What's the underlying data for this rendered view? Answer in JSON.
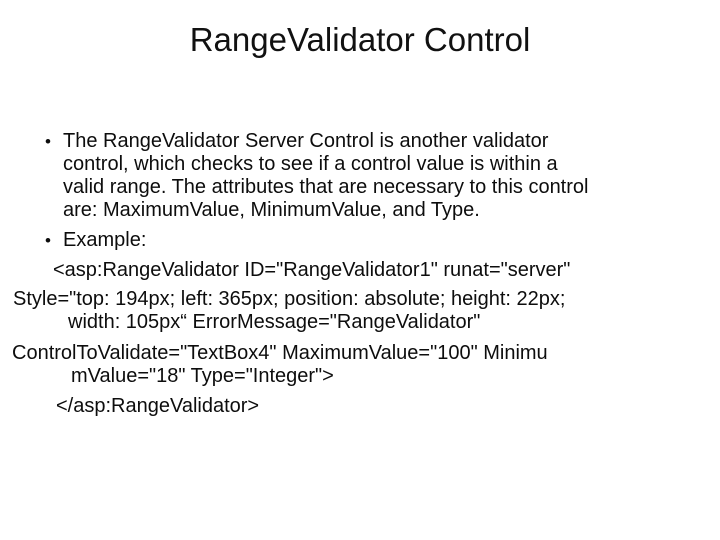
{
  "slide": {
    "title": "RangeValidator Control",
    "bullet_char": "•",
    "bullets": {
      "b1_lines": [
        "The RangeValidator Server Control is another validator",
        "control, which checks to see if a control value is within a",
        "valid range. The attributes that are necessary to this control",
        "are: MaximumValue, MinimumValue, and Type."
      ],
      "b2_label": "Example:"
    },
    "code_lines": [
      "<asp:RangeValidator ID=\"RangeValidator1\" runat=\"server\"",
      "Style=\"top: 194px; left: 365px; position: absolute; height: 22px;",
      "width: 105px“ ErrorMessage=\"RangeValidator\"",
      "ControlToValidate=\"TextBox4\" MaximumValue=\"100\" Minimu",
      "mValue=\"18\" Type=\"Integer\">",
      "</asp:RangeValidator>"
    ]
  }
}
